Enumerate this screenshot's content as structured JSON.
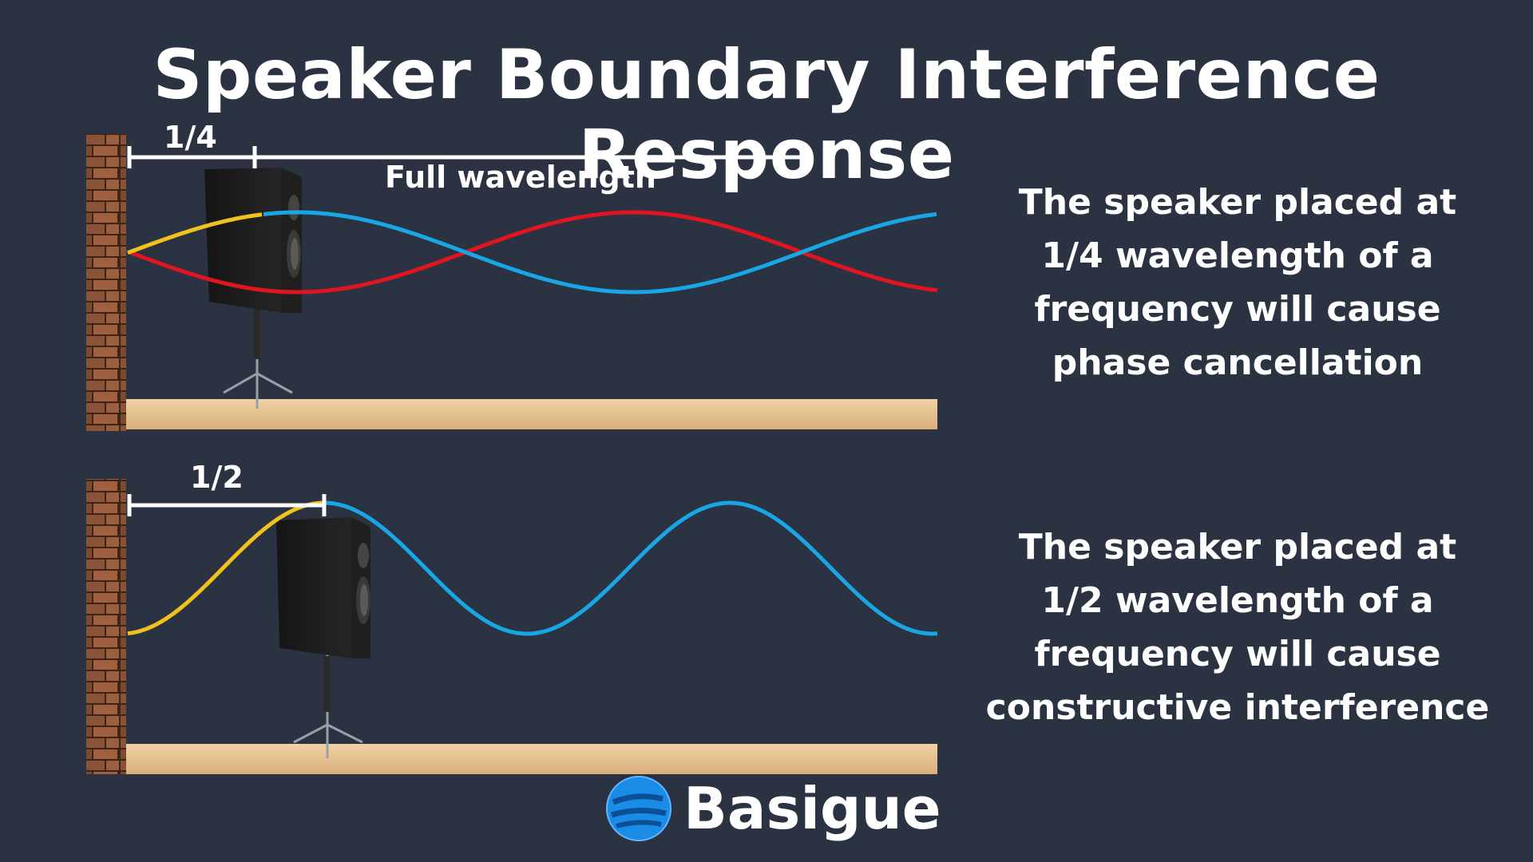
{
  "title": "Speaker Boundary Interference Response",
  "colors": {
    "background": "#2b3242",
    "reflected_wave": "#f0c21c",
    "direct_wave": "#18a6e4",
    "inverted_wave": "#e0151f",
    "floor": "#e8c698",
    "wall": "#7a4a30",
    "brand_blue": "#1a8ce6"
  },
  "top_panel": {
    "distance_label": "1/4",
    "full_label": "Full wavelength",
    "caption_lines": [
      "The speaker placed at",
      "1/4 wavelength of a",
      "frequency will cause",
      "phase cancellation"
    ]
  },
  "bottom_panel": {
    "distance_label": "1/2",
    "caption_lines": [
      "The speaker placed at",
      "1/2 wavelength of a",
      "frequency will cause",
      "constructive interference"
    ]
  },
  "brand": {
    "name": "Basigue",
    "icon": "globe-logo-icon"
  }
}
